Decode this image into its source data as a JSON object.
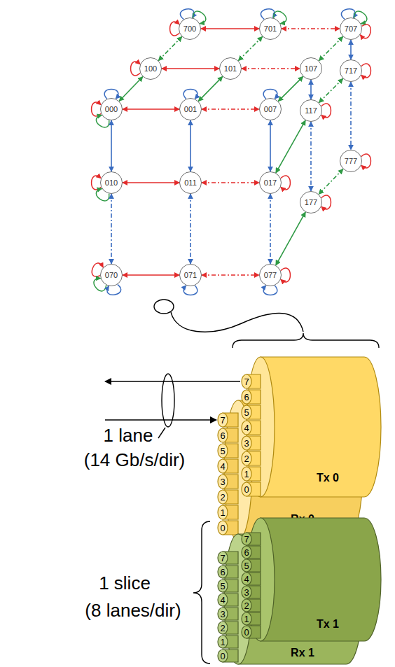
{
  "diagram": {
    "nodes": [
      {
        "text": [
          "700"
        ]
      },
      {
        "text": [
          "701"
        ]
      },
      {
        "text": [
          "707"
        ]
      },
      {
        "text": [
          "100"
        ]
      },
      {
        "text": [
          "101"
        ]
      },
      {
        "text": [
          "107"
        ]
      },
      {
        "text": [
          "717"
        ]
      },
      {
        "text": [
          "000"
        ]
      },
      {
        "text": [
          "001"
        ]
      },
      {
        "text": [
          "007"
        ]
      },
      {
        "text": [
          "117"
        ]
      },
      {
        "text": [
          "010"
        ]
      },
      {
        "text": [
          "011"
        ]
      },
      {
        "text": [
          "017"
        ]
      },
      {
        "text": [
          "777"
        ]
      },
      {
        "text": [
          "177"
        ]
      },
      {
        "text": [
          "070"
        ]
      },
      {
        "text": [
          "071"
        ]
      },
      {
        "text": [
          "077"
        ]
      },
      {
        "text": [
          "Tx 0"
        ]
      },
      {
        "text": [
          "Rx 0"
        ]
      },
      {
        "text": [
          "Tx 1"
        ]
      },
      {
        "text": [
          "Rx 1"
        ]
      }
    ],
    "edges": [
      {
        "from": 7,
        "to": 8,
        "arrow": "both"
      },
      {
        "from": 8,
        "to": 9,
        "arrow": "both"
      },
      {
        "from": 11,
        "to": 12,
        "arrow": "both"
      },
      {
        "from": 12,
        "to": 13,
        "arrow": "both"
      },
      {
        "from": 16,
        "to": 17,
        "arrow": "both"
      },
      {
        "from": 17,
        "to": 18,
        "arrow": "both"
      },
      {
        "from": 0,
        "to": 1,
        "arrow": "both"
      },
      {
        "from": 1,
        "to": 2,
        "arrow": "both"
      },
      {
        "from": 3,
        "to": 4,
        "arrow": "both"
      },
      {
        "from": 4,
        "to": 5,
        "arrow": "both"
      },
      {
        "from": 7,
        "to": 11,
        "arrow": "both"
      },
      {
        "from": 11,
        "to": 16,
        "arrow": "both"
      },
      {
        "from": 8,
        "to": 12,
        "arrow": "both"
      },
      {
        "from": 12,
        "to": 17,
        "arrow": "both"
      },
      {
        "from": 9,
        "to": 13,
        "arrow": "both"
      },
      {
        "from": 13,
        "to": 18,
        "arrow": "both"
      },
      {
        "from": 2,
        "to": 6,
        "arrow": "both"
      },
      {
        "from": 6,
        "to": 14,
        "arrow": "both"
      },
      {
        "from": 5,
        "to": 10,
        "arrow": "both"
      },
      {
        "from": 10,
        "to": 15,
        "arrow": "both"
      },
      {
        "from": 3,
        "to": 7,
        "arrow": "both"
      },
      {
        "from": 0,
        "to": 3,
        "arrow": "both"
      },
      {
        "from": 4,
        "to": 8,
        "arrow": "both"
      },
      {
        "from": 1,
        "to": 4,
        "arrow": "both"
      },
      {
        "from": 5,
        "to": 9,
        "arrow": "both"
      },
      {
        "from": 2,
        "to": 5,
        "arrow": "both"
      },
      {
        "from": 10,
        "to": 13,
        "arrow": "both"
      },
      {
        "from": 6,
        "to": 10,
        "arrow": "both"
      },
      {
        "from": 15,
        "to": 18,
        "arrow": "both"
      },
      {
        "from": 14,
        "to": 15,
        "arrow": "both"
      }
    ],
    "labels": [
      "1 lane",
      "(14 Gb/s/dir)",
      "1 slice",
      "(8 lanes/dir)",
      "7",
      "6",
      "5",
      "4",
      "3",
      "2",
      "1",
      "0",
      "7",
      "6",
      "5",
      "4",
      "3",
      "2",
      "1",
      "0",
      "7",
      "6",
      "5",
      "4",
      "3",
      "2",
      "1",
      "0",
      "7",
      "6",
      "5",
      "4",
      "3",
      "2",
      "1",
      "0"
    ]
  }
}
